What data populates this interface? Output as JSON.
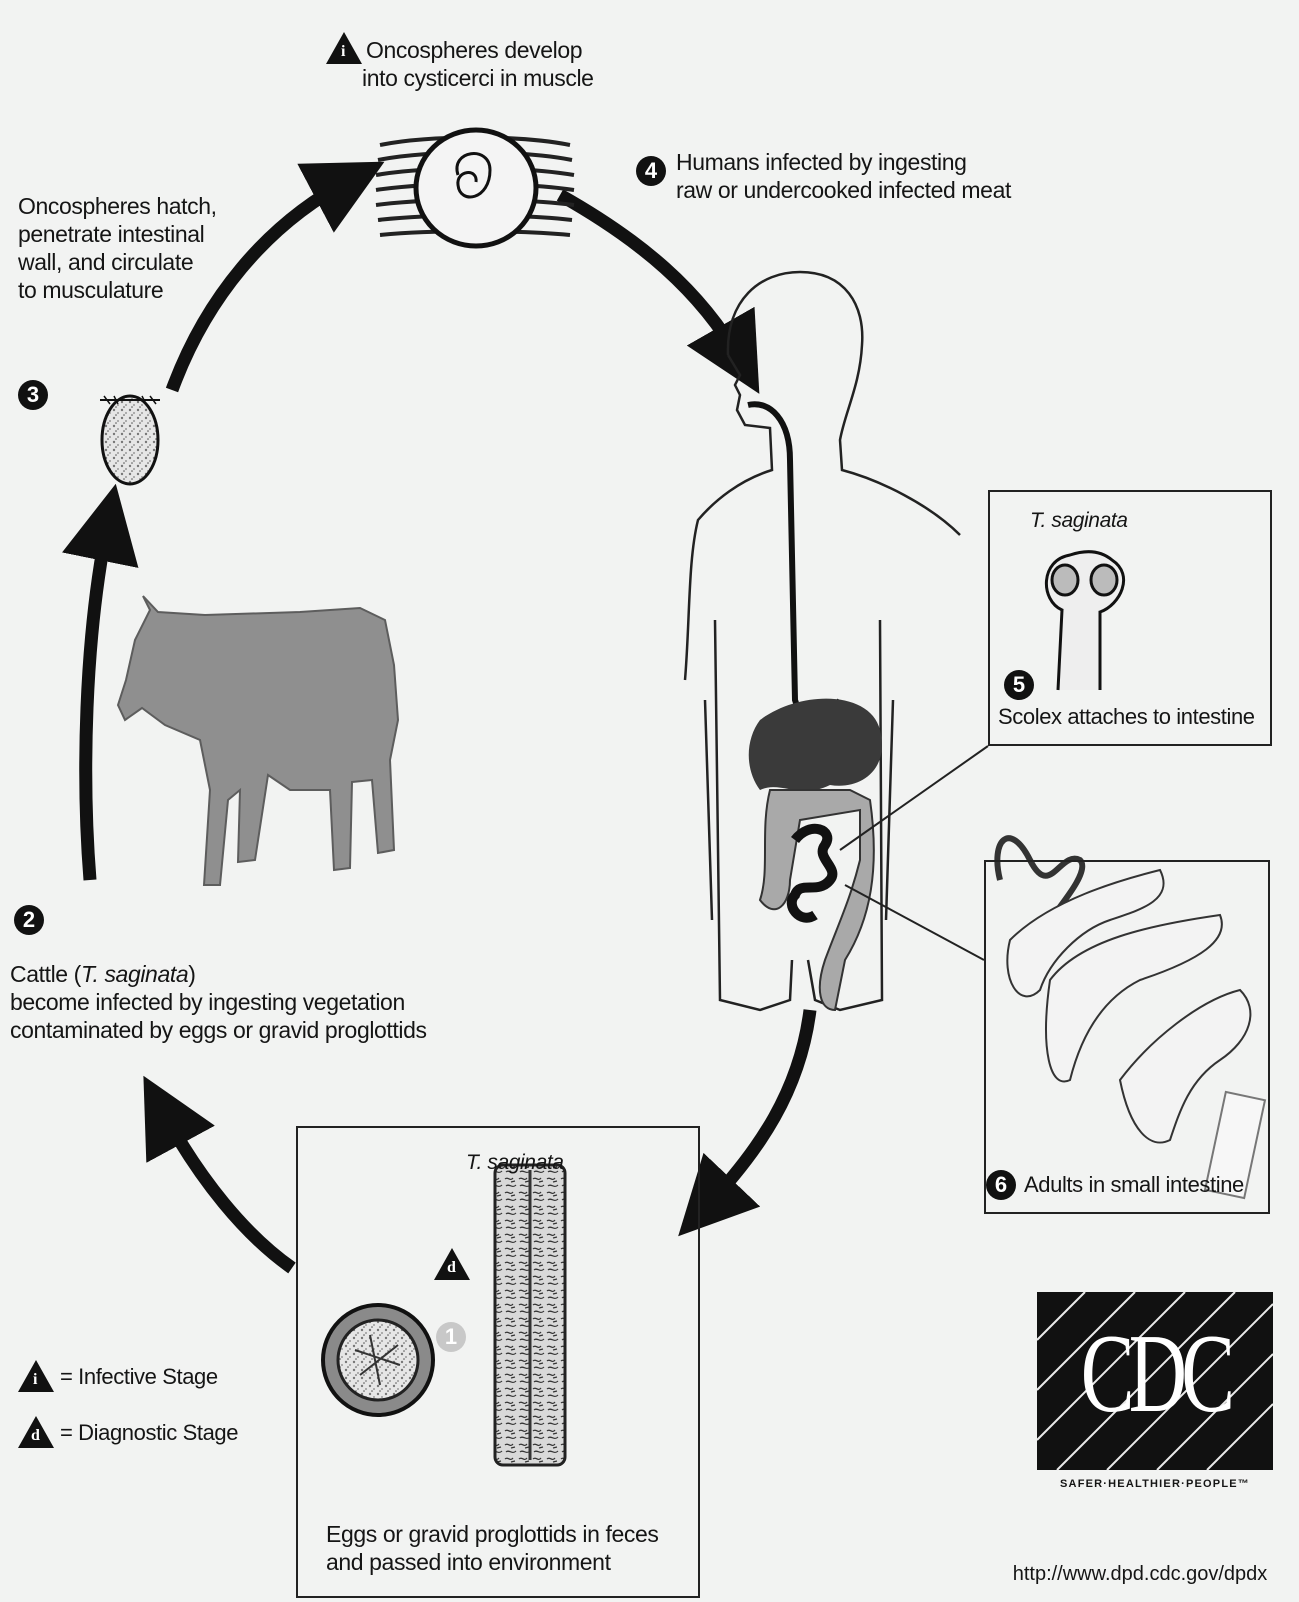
{
  "stages": {
    "s1i_text": [
      "Oncospheres develop",
      "into cysticerci in muscle"
    ],
    "s3_number": "3",
    "s3_text": [
      "Oncospheres hatch,",
      "penetrate intestinal",
      "wall, and circulate",
      "to musculature"
    ],
    "s4_number": "4",
    "s4_text": [
      "Humans infected by ingesting",
      "raw or undercooked infected meat"
    ],
    "s2_number": "2",
    "s2_line1_prefix": "Cattle (",
    "s2_line1_species": "T. saginata",
    "s2_line1_suffix": ")",
    "s2_text": [
      "become infected by ingesting vegetation",
      "contaminated by eggs or gravid proglottids"
    ],
    "s5_number": "5",
    "s5_species": "T. saginata",
    "s5_text": "Scolex attaches to intestine",
    "s6_number": "6",
    "s6_text": "Adults in small intestine",
    "s1_number": "1",
    "s1_species": "T. saginata",
    "s1_text": [
      "Eggs or gravid proglottids in feces",
      "and passed into environment"
    ]
  },
  "legend": {
    "infective_letter": "i",
    "infective_label": "= Infective Stage",
    "diagnostic_letter": "d",
    "diagnostic_label": "= Diagnostic Stage"
  },
  "markers": {
    "top_i": "i",
    "box_d": "d"
  },
  "logo": {
    "text": "CDC",
    "tagline": "SAFER·HEALTHIER·PEOPLE™",
    "url": "http://www.dpd.cdc.gov/dpdx"
  },
  "colors": {
    "ink": "#111111",
    "background": "#f2f3f2",
    "cow": "#8f8f8f",
    "organ_dark": "#3a3a3a",
    "organ_light": "#a9a9a9"
  }
}
